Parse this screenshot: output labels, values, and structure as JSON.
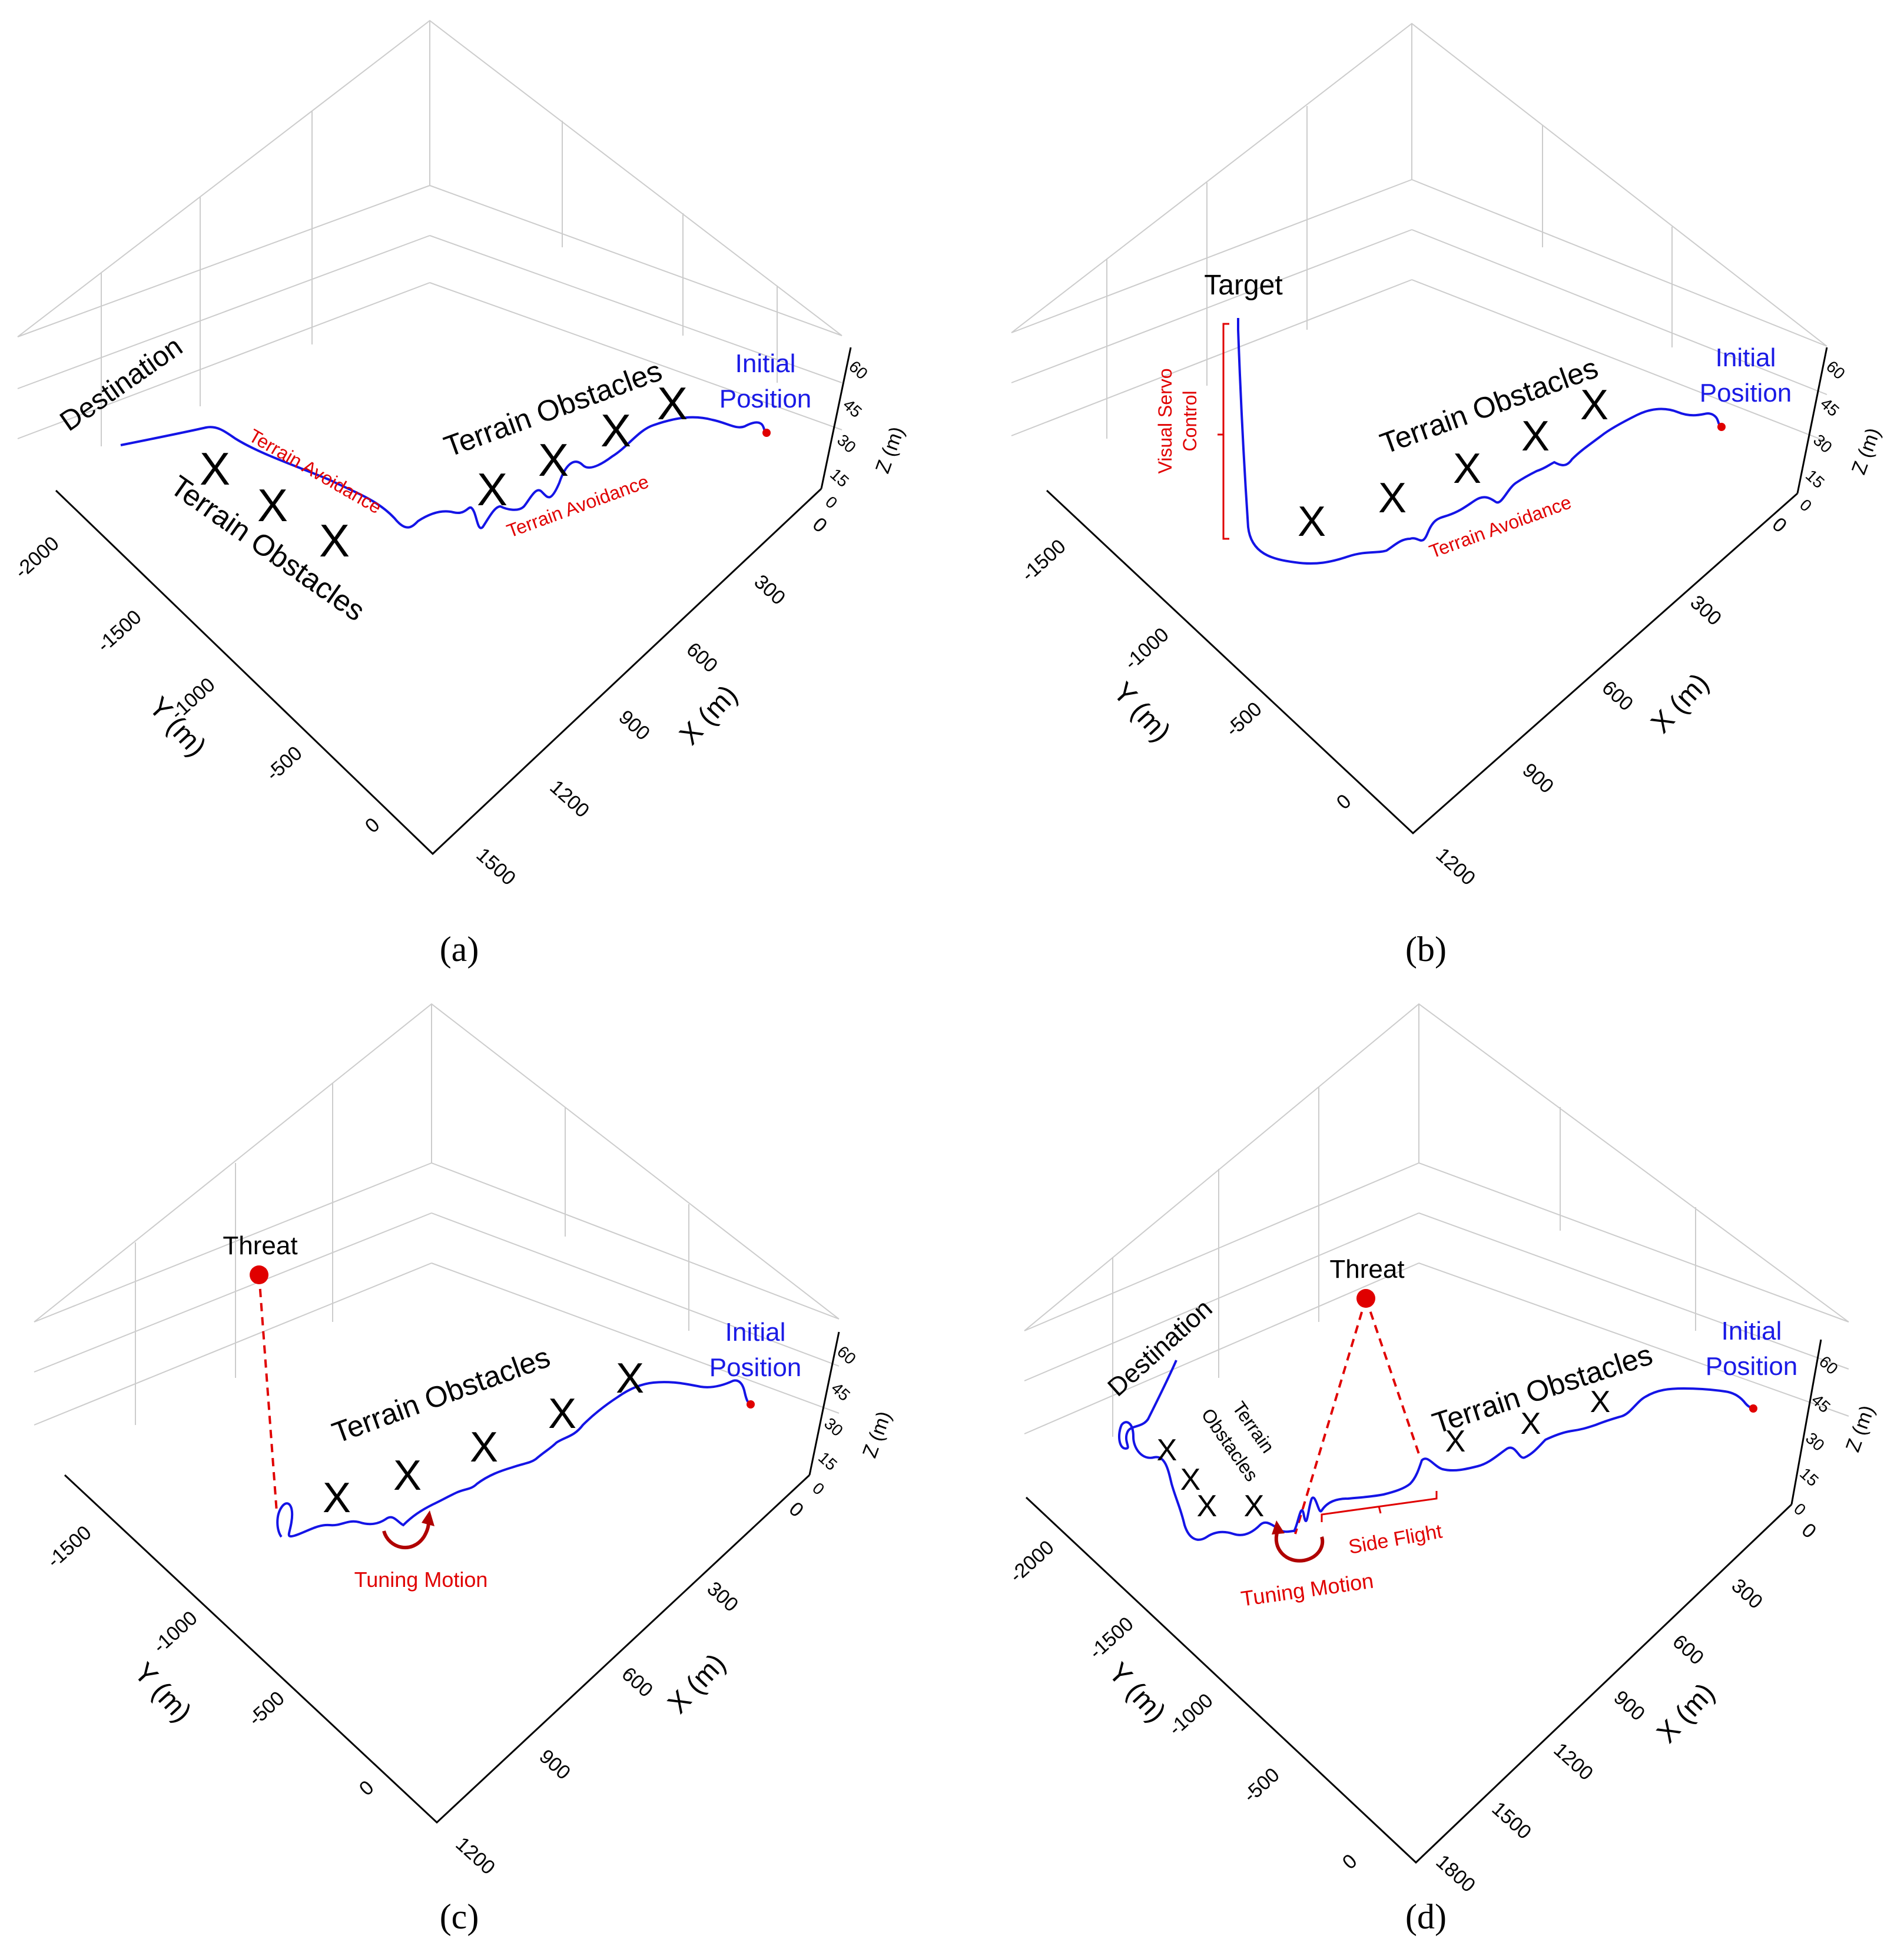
{
  "figure": {
    "panels": [
      {
        "caption": "(a)",
        "ticks": {
          "y": [
            "-2000",
            "-1500",
            "-1000",
            "-500",
            "0"
          ],
          "x": [
            "0",
            "300",
            "600",
            "900",
            "1200",
            "1500"
          ],
          "z": [
            "0",
            "15",
            "30",
            "45",
            "60"
          ]
        },
        "axis_labels": {
          "x": "X (m)",
          "y": "Y (m)",
          "z": "Z (m)"
        },
        "annotations": {
          "destination": "Destination",
          "obstacles_left": "Terrain Obstacles",
          "obstacles_right": "Terrain Obstacles",
          "avoidance_left": "Terrain Avoidance",
          "avoidance_right": "Terrain Avoidance",
          "initial_1": "Initial",
          "initial_2": "Position",
          "x_mark": "X"
        }
      },
      {
        "caption": "(b)",
        "ticks": {
          "y": [
            "-1500",
            "-1000",
            "-500",
            "0"
          ],
          "x": [
            "0",
            "300",
            "600",
            "900",
            "1200"
          ],
          "z": [
            "0",
            "15",
            "30",
            "45",
            "60"
          ]
        },
        "axis_labels": {
          "x": "X (m)",
          "y": "Y (m)",
          "z": "Z (m)"
        },
        "annotations": {
          "target": "Target",
          "servo_1": "Visual Servo",
          "servo_2": "Control",
          "obstacles": "Terrain Obstacles",
          "avoidance": "Terrain Avoidance",
          "initial_1": "Initial",
          "initial_2": "Position",
          "x_mark": "X"
        }
      },
      {
        "caption": "(c)",
        "ticks": {
          "y": [
            "-1500",
            "-1000",
            "-500",
            "0"
          ],
          "x": [
            "0",
            "300",
            "600",
            "900",
            "1200"
          ],
          "z": [
            "0",
            "15",
            "30",
            "45",
            "60"
          ]
        },
        "axis_labels": {
          "x": "X (m)",
          "y": "Y (m)",
          "z": "Z (m)"
        },
        "annotations": {
          "threat": "Threat",
          "obstacles": "Terrain Obstacles",
          "tuning": "Tuning Motion",
          "initial_1": "Initial",
          "initial_2": "Position",
          "x_mark": "X"
        }
      },
      {
        "caption": "(d)",
        "ticks": {
          "y": [
            "-2000",
            "-1500",
            "-1000",
            "-500",
            "0"
          ],
          "x": [
            "0",
            "300",
            "600",
            "900",
            "1200",
            "1500",
            "1800"
          ],
          "z": [
            "0",
            "15",
            "30",
            "45",
            "60"
          ]
        },
        "axis_labels": {
          "x": "X (m)",
          "y": "Y (m)",
          "z": "Z (m)"
        },
        "annotations": {
          "destination": "Destination",
          "threat": "Threat",
          "obstacles_right": "Terrain Obstacles",
          "obstacles_left_1": "Terrain",
          "obstacles_left_2": "Obstacles",
          "side_flight": "Side Flight",
          "tuning": "Tuning Motion",
          "initial_1": "Initial",
          "initial_2": "Position",
          "x_mark": "X"
        }
      }
    ]
  },
  "colors": {
    "trajectory": "#1414e6",
    "annotation_red": "#e00000",
    "initial_blue": "#1a1ae6",
    "grid": "#cccccc",
    "axis": "#000000"
  },
  "chart_data": [
    {
      "type": "line",
      "projection": "3d",
      "xlim": [
        0,
        1500
      ],
      "ylim": [
        -2000,
        0
      ],
      "zlim": [
        0,
        60
      ],
      "grid": true,
      "series": [
        {
          "x": [
            0,
            80,
            200,
            300,
            360,
            420,
            500,
            560,
            620,
            700,
            820,
            920,
            1000
          ],
          "y": [
            0,
            -120,
            -300,
            -450,
            -560,
            -660,
            -800,
            -940,
            -1120,
            -1340,
            -1600,
            -1800,
            -1960
          ],
          "z": [
            30,
            42,
            36,
            33,
            30,
            27,
            25,
            22,
            20,
            15,
            25,
            32,
            32
          ]
        }
      ]
    },
    {
      "type": "line",
      "projection": "3d",
      "xlim": [
        0,
        1200
      ],
      "ylim": [
        -1500,
        0
      ],
      "zlim": [
        0,
        60
      ],
      "grid": true,
      "series": [
        {
          "x": [
            0,
            60,
            180,
            280,
            360,
            440,
            520,
            600,
            680,
            760
          ],
          "y": [
            0,
            -100,
            -250,
            -400,
            -560,
            -720,
            -900,
            -1100,
            -1280,
            -1320
          ],
          "z": [
            30,
            40,
            34,
            30,
            27,
            23,
            20,
            18,
            20,
            60
          ]
        }
      ]
    },
    {
      "type": "line",
      "projection": "3d",
      "xlim": [
        0,
        1200
      ],
      "ylim": [
        -1500,
        0
      ],
      "zlim": [
        0,
        60
      ],
      "grid": true,
      "series": [
        {
          "x": [
            0,
            80,
            180,
            280,
            360,
            440,
            500,
            560,
            620,
            660
          ],
          "y": [
            0,
            -120,
            -260,
            -420,
            -580,
            -760,
            -900,
            -1040,
            -1180,
            -1250
          ],
          "z": [
            32,
            40,
            35,
            30,
            28,
            24,
            22,
            20,
            22,
            28
          ]
        }
      ]
    },
    {
      "type": "line",
      "projection": "3d",
      "xlim": [
        0,
        1800
      ],
      "ylim": [
        -2000,
        0
      ],
      "zlim": [
        0,
        60
      ],
      "grid": true,
      "series": [
        {
          "x": [
            0,
            100,
            260,
            400,
            560,
            700,
            840,
            960,
            1080,
            1160,
            1240,
            1320
          ],
          "y": [
            0,
            -150,
            -330,
            -520,
            -720,
            -900,
            -1060,
            -1220,
            -1400,
            -1560,
            -1720,
            -1880
          ],
          "z": [
            30,
            42,
            36,
            30,
            27,
            25,
            22,
            20,
            15,
            20,
            30,
            38
          ]
        }
      ]
    }
  ]
}
